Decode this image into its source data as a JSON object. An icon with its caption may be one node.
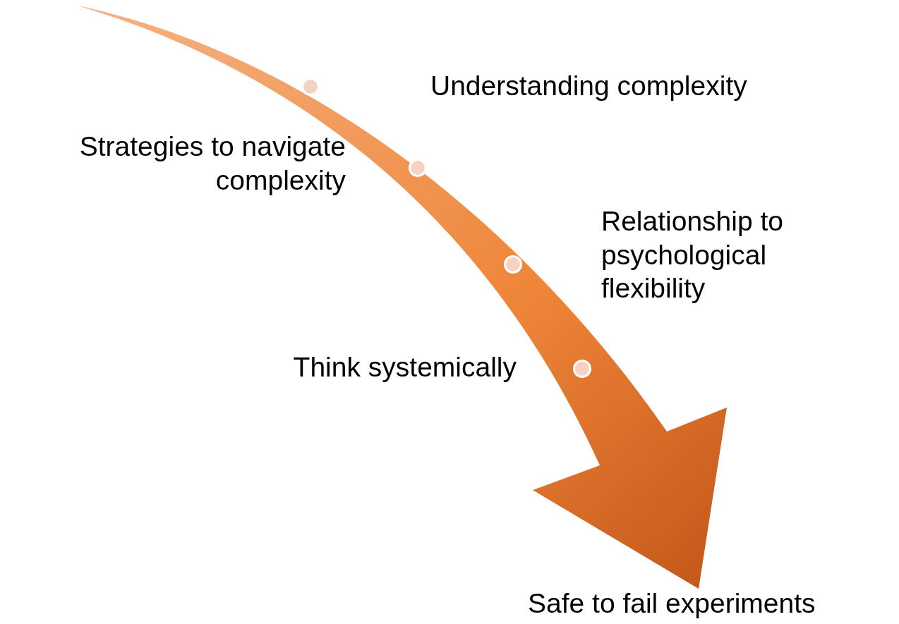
{
  "diagram": {
    "nodes": [
      {
        "text": [],
        "shape": "circle"
      },
      {
        "text": [],
        "shape": "circle"
      },
      {
        "text": [],
        "shape": "circle"
      },
      {
        "text": [],
        "shape": "circle"
      }
    ],
    "labels": [
      "Understanding complexity",
      "Strategies to navigate complexity",
      "Relationship to psychological flexibility",
      "Think systemically",
      "Safe to fail experiments"
    ]
  }
}
